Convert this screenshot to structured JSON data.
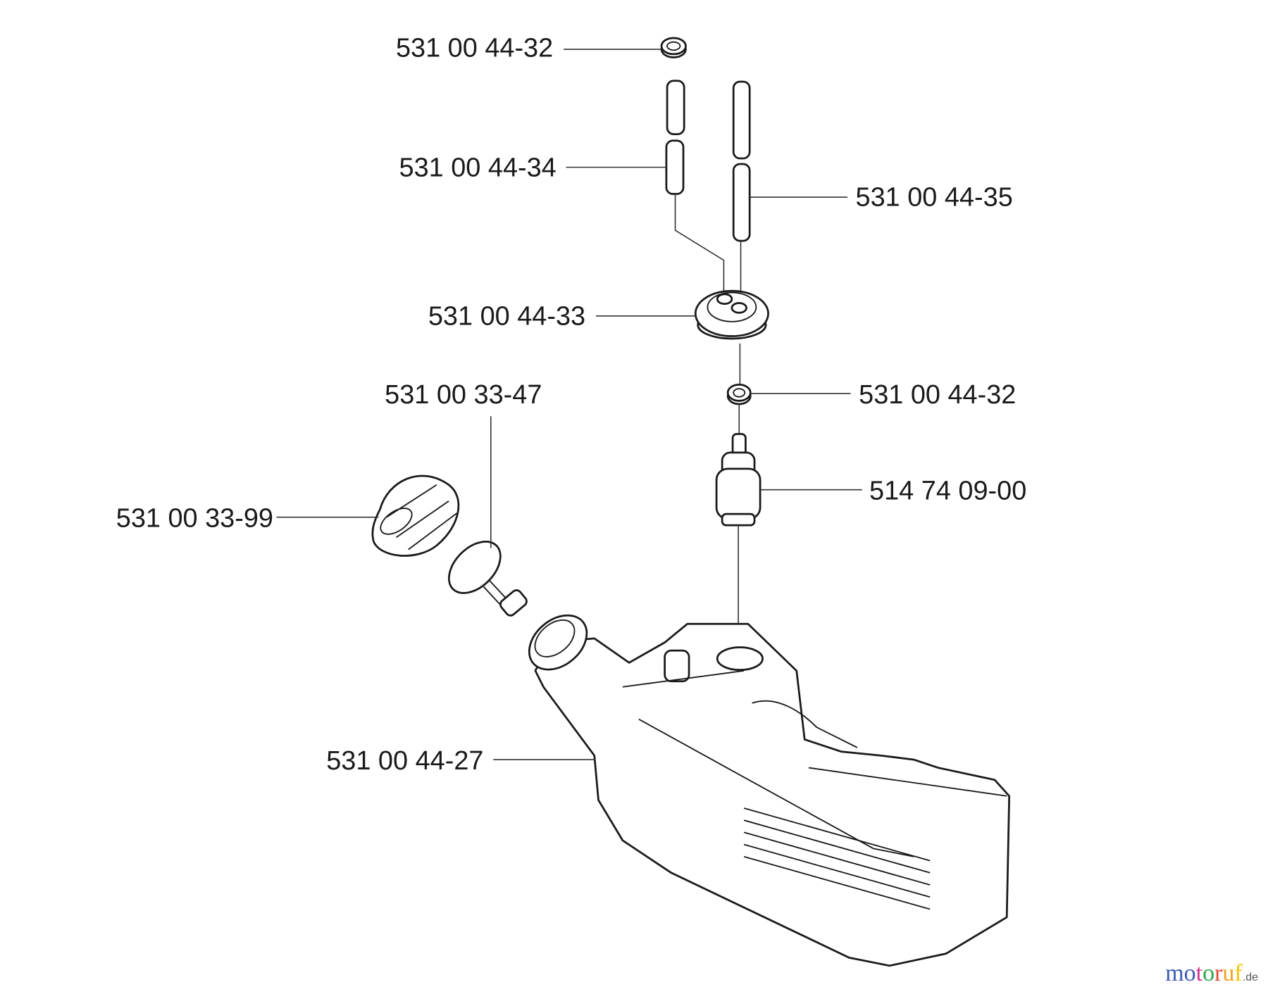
{
  "labels": [
    {
      "id": "washer-top",
      "text": "531 00 44-32"
    },
    {
      "id": "hose-left",
      "text": "531 00 44-34"
    },
    {
      "id": "hose-right",
      "text": "531 00 44-35"
    },
    {
      "id": "grommet",
      "text": "531 00 44-33"
    },
    {
      "id": "filter-disc",
      "text": "531 00 33-47"
    },
    {
      "id": "washer-mid",
      "text": "531 00 44-32"
    },
    {
      "id": "fuel-filter",
      "text": "514 74 09-00"
    },
    {
      "id": "tank-cap",
      "text": "531 00 33-99"
    },
    {
      "id": "fuel-tank",
      "text": "531 00 44-27"
    }
  ],
  "watermark": {
    "letters": [
      "m",
      "o",
      "t",
      "o",
      "r",
      "u",
      "f"
    ],
    "suffix": ".de",
    "colors": [
      "#3b5bb5",
      "#3b5bb5",
      "#d2338f",
      "#2aa84a",
      "#e2462c",
      "#f0a21a",
      "#f2c500"
    ]
  }
}
